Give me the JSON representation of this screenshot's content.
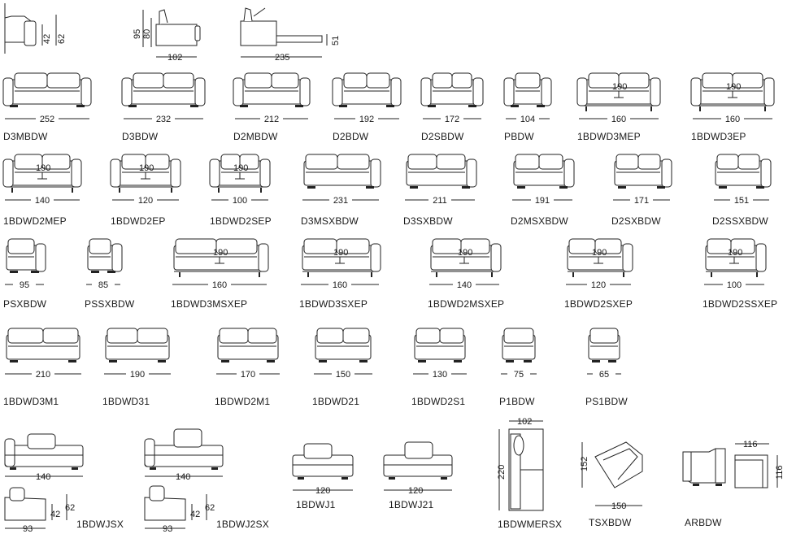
{
  "title": "",
  "top_details": {
    "seat_heights": [
      "42",
      "62"
    ],
    "back_heights": [
      "95",
      "80"
    ],
    "recliner_depth": "102",
    "extended_depth": "235",
    "extended_height": "51"
  },
  "rows": [
    [
      {
        "code": "D3MBDW",
        "width": "252",
        "type": "sofa3"
      },
      {
        "code": "D3BDW",
        "width": "232",
        "type": "sofa2"
      },
      {
        "code": "D2MBDW",
        "width": "212",
        "type": "sofa2"
      },
      {
        "code": "D2BDW",
        "width": "192",
        "type": "sofa2"
      },
      {
        "code": "D2SBDW",
        "width": "172",
        "type": "sofa2"
      },
      {
        "code": "PBDW",
        "width": "104",
        "type": "chair"
      },
      {
        "code": "1BDWD3MEP",
        "width": "160",
        "inner": "190",
        "type": "bed"
      },
      {
        "code": "1BDWD3EP",
        "width": "160",
        "inner": "190",
        "type": "bed"
      }
    ],
    [
      {
        "code": "1BDWD2MEP",
        "width": "140",
        "inner": "190",
        "type": "bed"
      },
      {
        "code": "1BDWD2EP",
        "width": "120",
        "inner": "190",
        "type": "bed"
      },
      {
        "code": "1BDWD2SEP",
        "width": "100",
        "inner": "190",
        "type": "bed"
      },
      {
        "code": "D3MSXBDW",
        "width": "231",
        "type": "sofa2L"
      },
      {
        "code": "D3SXBDW",
        "width": "211",
        "type": "sofa2L"
      },
      {
        "code": "D2MSXBDW",
        "width": "191",
        "type": "sofa2L"
      },
      {
        "code": "D2SXBDW",
        "width": "171",
        "type": "sofa2L"
      },
      {
        "code": "D2SSXBDW",
        "width": "151",
        "type": "sofa2L"
      }
    ],
    [
      {
        "code": "PSXBDW",
        "width": "95",
        "type": "chairL"
      },
      {
        "code": "PSSXBDW",
        "width": "85",
        "type": "chairL"
      },
      {
        "code": "1BDWD3MSXEP",
        "width": "160",
        "inner": "190",
        "type": "bedL"
      },
      {
        "code": "1BDWD3SXEP",
        "width": "160",
        "inner": "190",
        "type": "bedL"
      },
      {
        "code": "1BDWD2MSXEP",
        "width": "140",
        "inner": "190",
        "type": "bedL"
      },
      {
        "code": "1BDWD2SXEP",
        "width": "120",
        "inner": "190",
        "type": "bedL"
      },
      {
        "code": "1BDWD2SSXEP",
        "width": "100",
        "inner": "190",
        "type": "bedL"
      }
    ],
    [
      {
        "code": "1BDWD3M1",
        "width": "210",
        "type": "armless2"
      },
      {
        "code": "1BDWD31",
        "width": "190",
        "type": "armless2"
      },
      {
        "code": "1BDWD2M1",
        "width": "170",
        "type": "armless2"
      },
      {
        "code": "1BDWD21",
        "width": "150",
        "type": "armless2"
      },
      {
        "code": "1BDWD2S1",
        "width": "130",
        "type": "armless2"
      },
      {
        "code": "P1BDW",
        "width": "75",
        "type": "armless1"
      },
      {
        "code": "PS1BDW",
        "width": "65",
        "type": "armless1"
      }
    ]
  ],
  "bottom": {
    "jsx": {
      "code": "1BDWJSX",
      "width": "140",
      "depth": "93",
      "h1": "42",
      "h2": "62"
    },
    "j2sx": {
      "code": "1BDWJ2SX",
      "width": "140",
      "depth": "93",
      "h1": "42",
      "h2": "62"
    },
    "j1": {
      "code": "1BDWJ1",
      "width": "120"
    },
    "j21": {
      "code": "1BDWJ21",
      "width": "120"
    },
    "mersx": {
      "code": "1BDWMERSX",
      "width": "102",
      "length": "220"
    },
    "tsx": {
      "code": "TSXBDW",
      "width": "150",
      "depth": "152"
    },
    "ar": {
      "code": "ARBDW",
      "width": "116",
      "depth": "116"
    }
  }
}
